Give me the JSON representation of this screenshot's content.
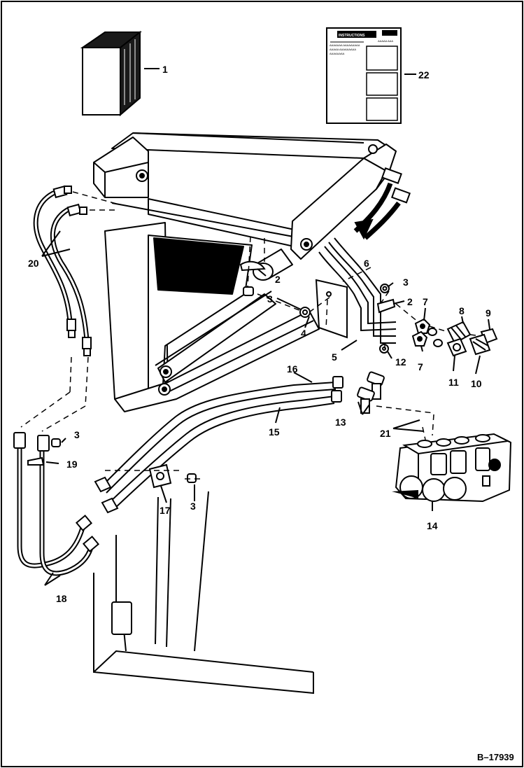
{
  "diagram": {
    "reference_number": "B–17939",
    "manual_card": {
      "heading": "INSTRUCTIONS",
      "lines": [
        "AAAAAAA AAAAAAAAA",
        "AAAAA AAAAAAAAA",
        "AAAAAAAA"
      ],
      "side_text": "AAAAA AAA"
    },
    "callouts": {
      "c1": "1",
      "c22": "22",
      "c20": "20",
      "c2a": "2",
      "c2b": "2",
      "c3a": "3",
      "c3b": "3",
      "c3c": "3",
      "c3d": "3",
      "c4": "4",
      "c5": "5",
      "c6": "6",
      "c7a": "7",
      "c7b": "7",
      "c8": "8",
      "c9": "9",
      "c10": "10",
      "c11": "11",
      "c12": "12",
      "c13": "13",
      "c14": "14",
      "c15": "15",
      "c16": "16",
      "c17": "17",
      "c18": "18",
      "c19": "19",
      "c21": "21"
    }
  }
}
